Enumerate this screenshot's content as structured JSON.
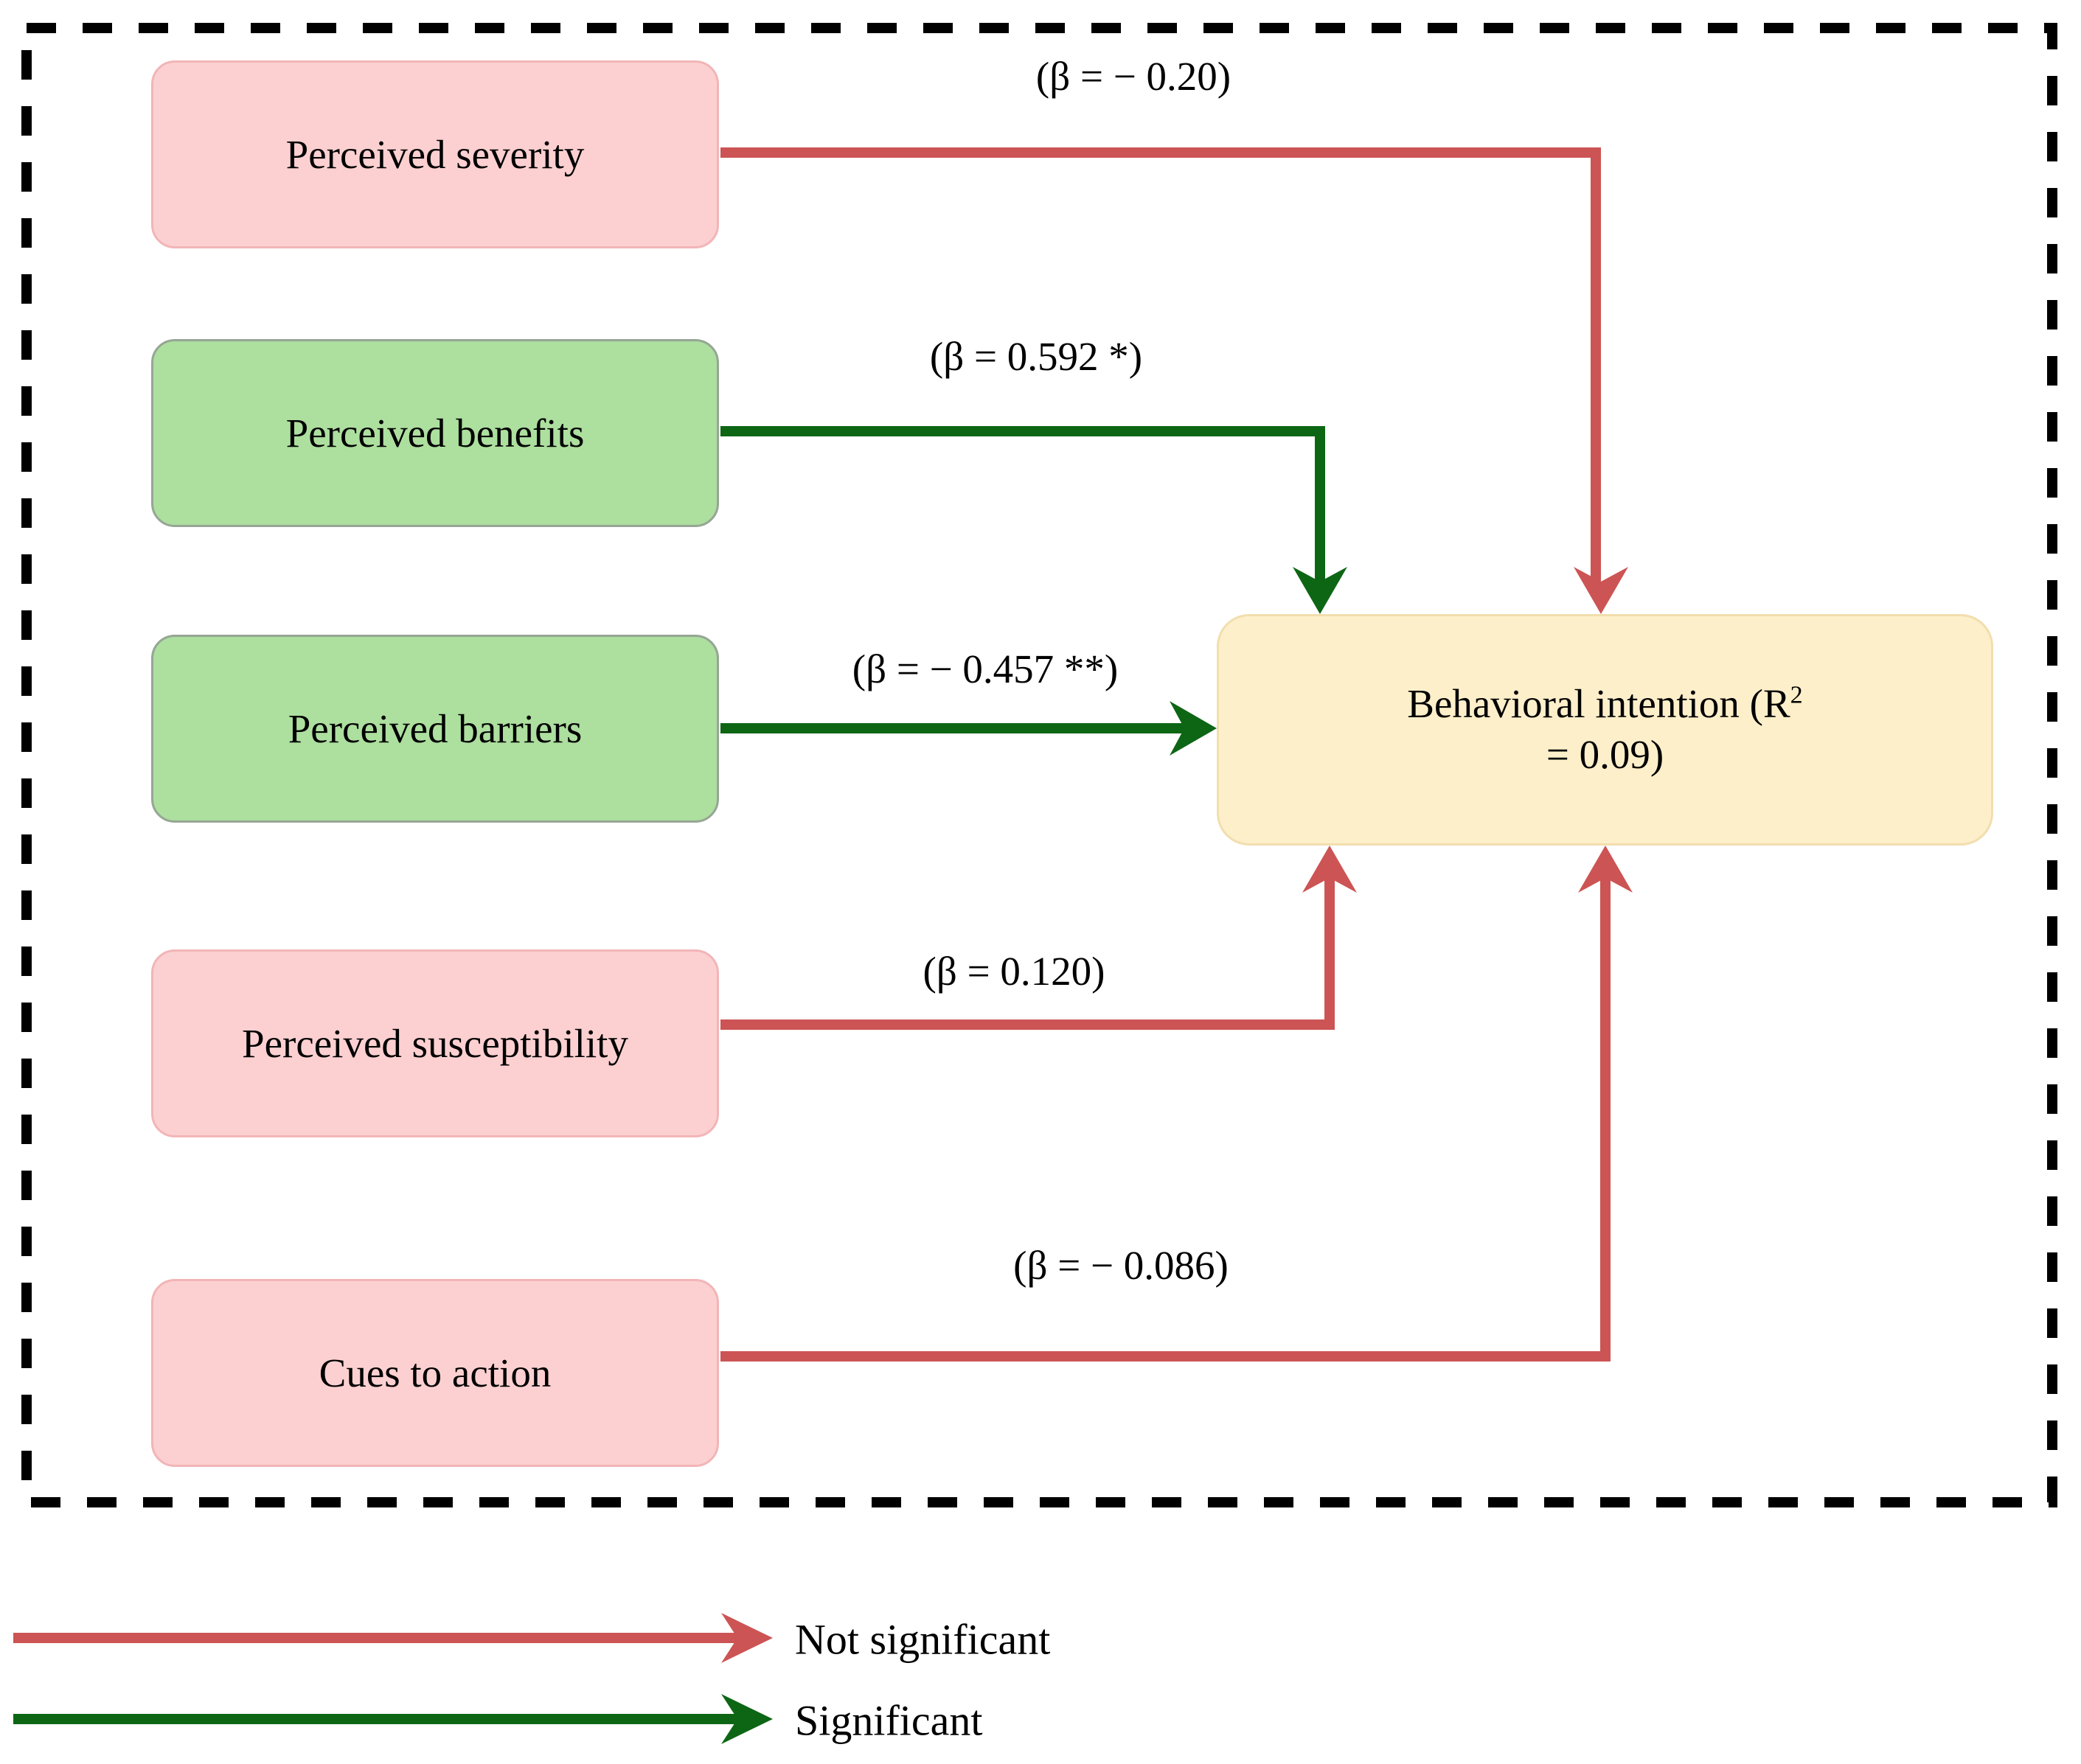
{
  "diagram": {
    "predictors": [
      {
        "label": "Perceived severity",
        "coefficient_label": "(β = − 0.20)",
        "significant": false
      },
      {
        "label": "Perceived benefits",
        "coefficient_label": "(β = 0.592 *)",
        "significant": true
      },
      {
        "label": "Perceived barriers",
        "coefficient_label": "(β = − 0.457 **)",
        "significant": true
      },
      {
        "label": "Perceived susceptibility",
        "coefficient_label": "(β = 0.120)",
        "significant": false
      },
      {
        "label": "Cues to action",
        "coefficient_label": "(β = − 0.086)",
        "significant": false
      }
    ],
    "outcome": {
      "line1": "Behavioral intention (R",
      "superscript": "2",
      "line2": "= 0.09)"
    },
    "legend": [
      {
        "label": "Not significant",
        "color": "#cd5454"
      },
      {
        "label": "Significant",
        "color": "#0d6614"
      }
    ],
    "colors": {
      "not_significant_arrow": "#cd5454",
      "significant_arrow": "#0d6614",
      "predictor_pink_fill": "#fcd0d1",
      "predictor_green_fill": "#addf9f",
      "outcome_fill": "#fdefca",
      "frame_dash": "#000000"
    }
  }
}
